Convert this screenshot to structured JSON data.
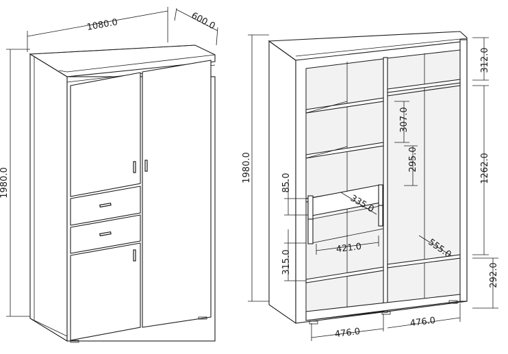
{
  "colors": {
    "line": "#1a1a1a",
    "background": "#ffffff",
    "shade": "#f2f2f2"
  },
  "front_view": {
    "width_label": "1080.0",
    "depth_label": "600.0",
    "height_label": "1980.0"
  },
  "interior_view": {
    "height_label": "1980.0",
    "top_gap_label": "312.0",
    "hanging_label": "1262.0",
    "bottom_gap_label": "292.0",
    "shelf_gap_label": "307.0",
    "shelf_gap2_label": "295.0",
    "drawer_front_label": "85.0",
    "drawer_depth_label": "335.0",
    "drawer_width_label": "421.0",
    "bottom_shelf_label": "315.0",
    "rail_depth_label": "555.0",
    "left_width_label": "476.0",
    "right_width_label": "476.0"
  }
}
